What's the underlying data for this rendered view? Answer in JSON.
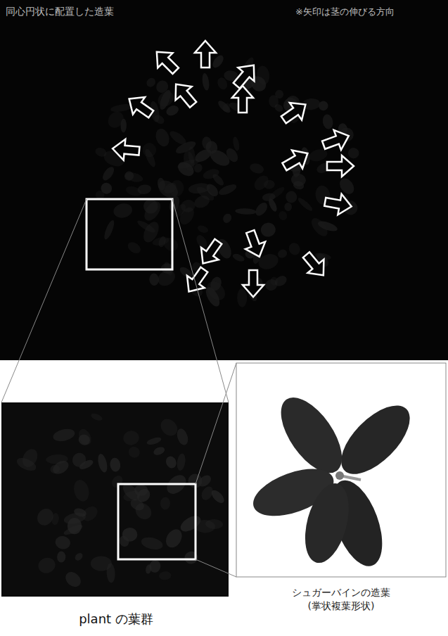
{
  "diagram": {
    "labels": [
      "同心円状に配置した造葉",
      "※矢印は茎の伸びる方向",
      "シュガーバインの造葉 (掌状複葉形状)",
      "plant の葉群"
    ]
  }
}
